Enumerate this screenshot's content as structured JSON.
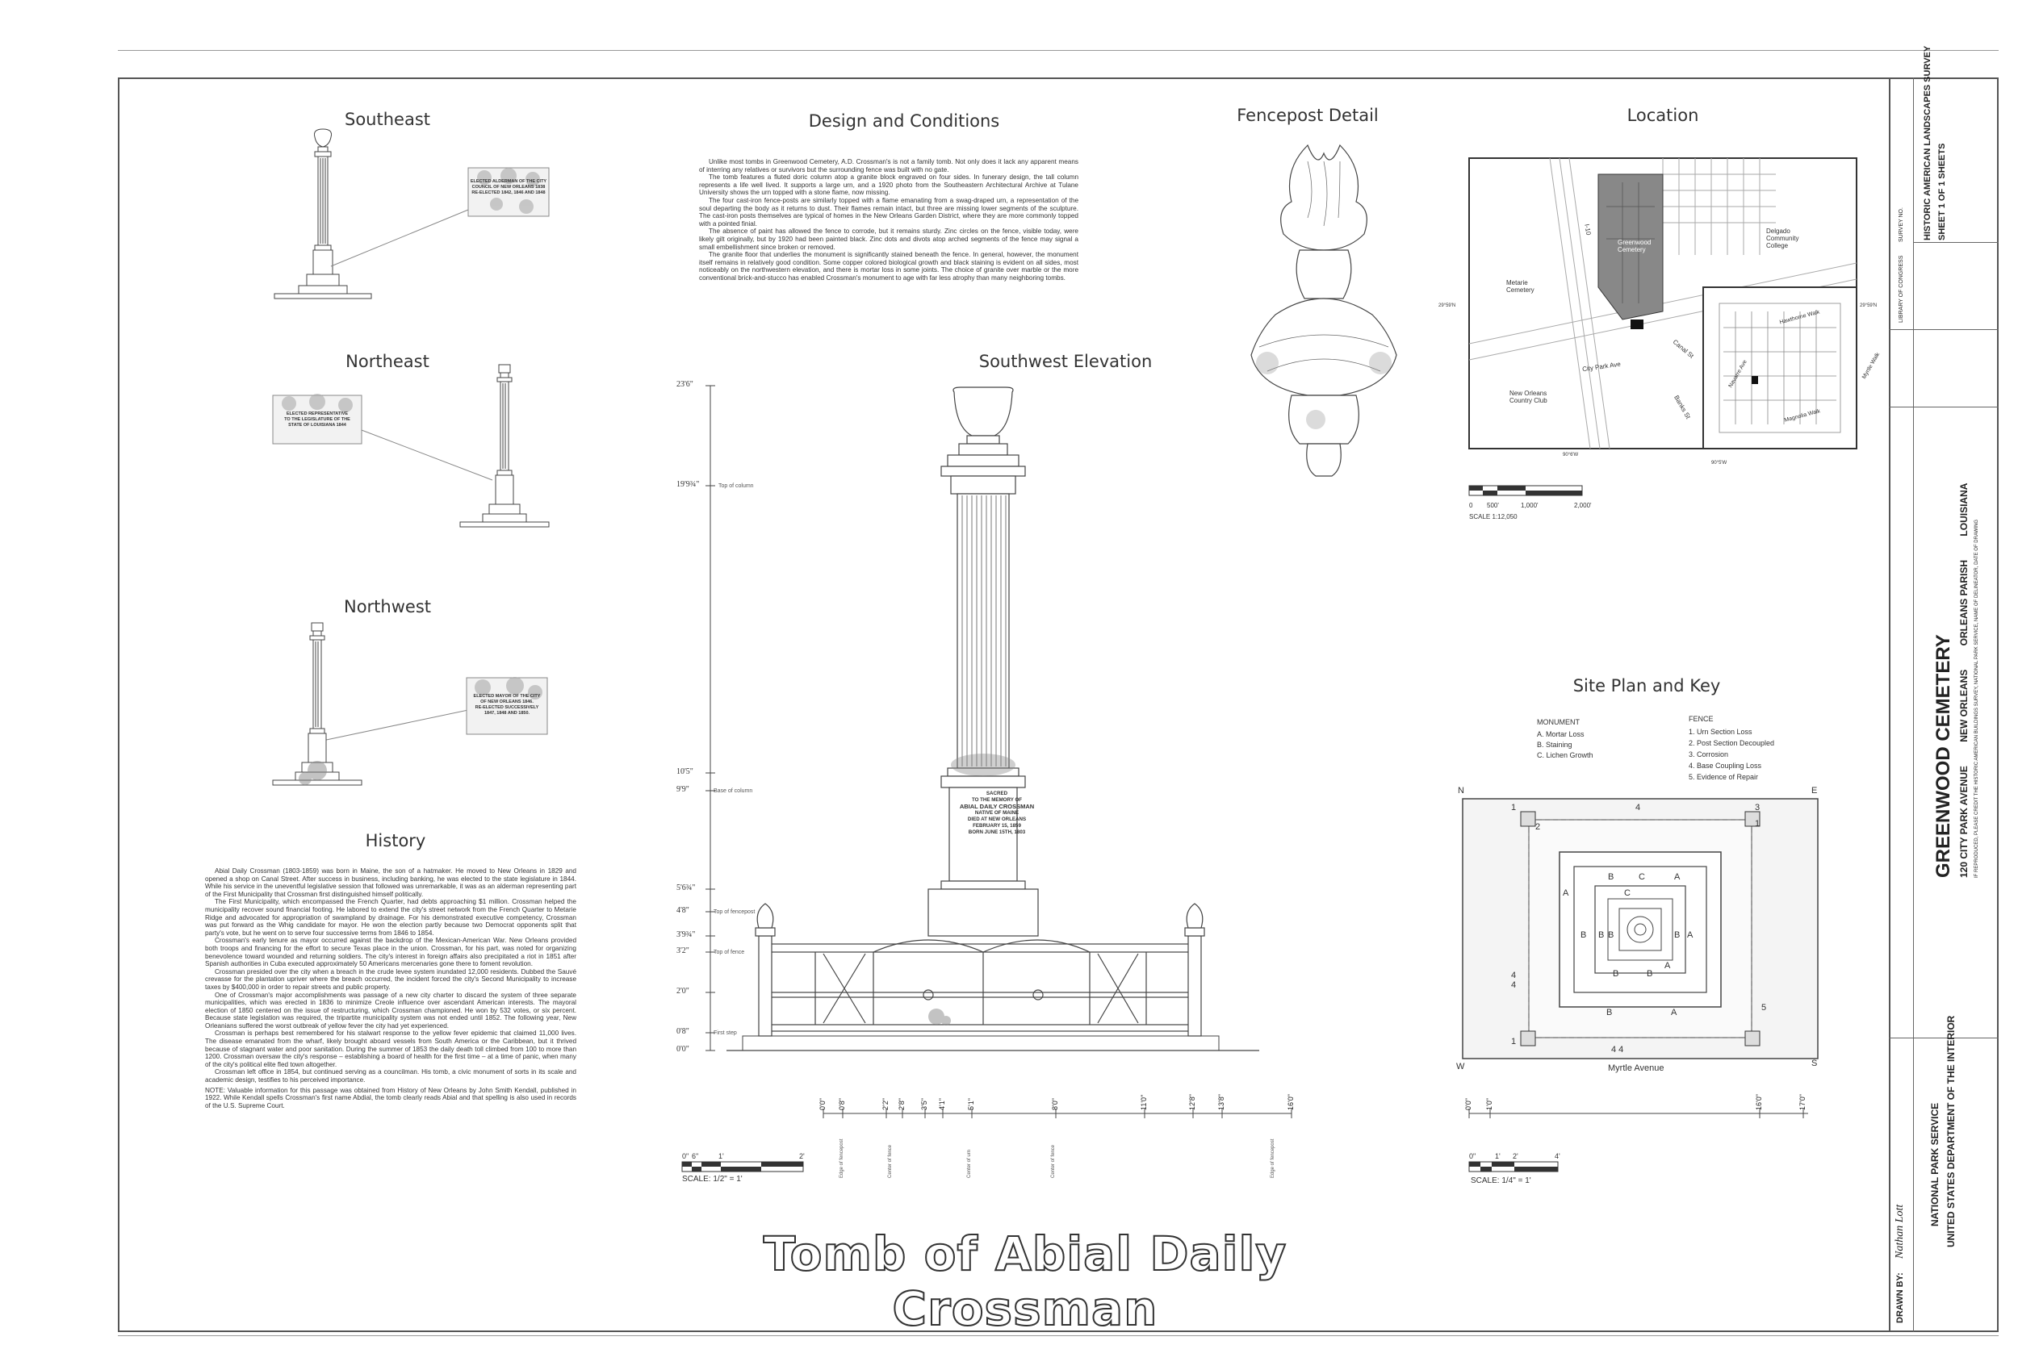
{
  "sheet_title": "Tomb of Abial Daily Crossman",
  "sections": {
    "southeast": "Southeast",
    "northeast": "Northeast",
    "northwest": "Northwest",
    "history": "History",
    "design": "Design and Conditions",
    "southwest": "Southwest Elevation",
    "fencepost": "Fencepost Detail",
    "location": "Location",
    "siteplan": "Site Plan and Key"
  },
  "history_paragraphs": [
    "Abial Daily Crossman (1803-1859) was born in Maine, the son of a hatmaker. He moved to New Orleans in 1829 and opened a shop on Canal Street. After success in business, including banking, he was elected to the state legislature in 1844. While his service in the uneventful legislative session that followed was unremarkable, it was as an alderman representing part of the First Municipality that Crossman first distinguished himself politically.",
    "The First Municipality, which encompassed the French Quarter, had debts approaching $1 million. Crossman helped the municipality recover sound financial footing. He labored to extend the city's street network from the French Quarter to Metarie Ridge and advocated for appropriation of swampland by drainage. For his demonstrated executive competency, Crossman was put forward as the Whig candidate for mayor. He won the election partly because two Democrat opponents split that party's vote, but he went on to serve four successive terms from 1846 to 1854.",
    "Crossman's early tenure as mayor occurred against the backdrop of the Mexican-American War. New Orleans provided both troops and financing for the effort to secure Texas place in the union. Crossman, for his part, was noted for organizing benevolence toward wounded and returning soldiers. The city's interest in foreign affairs also precipitated a riot in 1851 after Spanish authorities in Cuba executed approximately 50 Americans mercenaries gone there to foment revolution.",
    "Crossman presided over the city when a breach in the crude levee system inundated 12,000 residents. Dubbed the Sauvé crevasse for the plantation upriver where the breach occurred, the incident forced the city's Second Municipality to increase taxes by $400,000 in order to repair streets and public property.",
    "One of Crossman's major accomplishments was passage of a new city charter to discard the system of three separate municipalities, which was erected in 1836 to minimize Creole influence over ascendant American interests. The mayoral election of 1850 centered on the issue of restructuring, which Crossman championed. He won by 532 votes, or six percent. Because state legislation was required, the tripartite municipality system was not ended until 1852. The following year, New Orleanians suffered the worst outbreak of yellow fever the city had yet experienced.",
    "Crossman is perhaps best remembered for his stalwart response to the yellow fever epidemic that claimed 11,000 lives. The disease emanated from the wharf, likely brought aboard vessels from South America or the Caribbean, but it thrived because of stagnant water and poor sanitation. During the summer of 1853 the daily death toll climbed from 100 to more than 1200. Crossman oversaw the city's response – establishing a board of health for the first time – at a time of panic, when many of the city's political elite fled town altogether.",
    "Crossman left office in 1854, but continued serving as a councilman. His tomb, a civic monument of sorts in its scale and academic design, testifies to his perceived importance."
  ],
  "history_note": "NOTE: Valuable information for this passage was obtained from History of New Orleans by John Smith Kendall, published in 1922. While Kendall spells Crossman's first name Abdial, the tomb clearly reads Abial and that spelling is also used in records of the U.S. Supreme Court.",
  "design_paragraphs": [
    "Unlike most tombs in Greenwood Cemetery, A.D. Crossman's is not a family tomb. Not only does it lack any apparent means of interring any relatives or survivors but the surrounding fence was built with no gate.",
    "The tomb features a fluted doric column atop a granite block engraved on four sides. In funerary design, the tall column represents a life well lived. It supports a large urn, and a 1920 photo from the Southeastern Architectural Archive at Tulane University shows the urn topped with a stone flame, now missing.",
    "The four cast-iron fence-posts are similarly topped with a flame emanating from a swag-draped urn, a representation of the soul departing the body as it returns to dust. Their flames remain intact, but three are missing lower segments of the sculpture. The cast-iron posts themselves are typical of homes in the New Orleans Garden District, where they are more commonly topped with a pointed finial.",
    "The absence of paint has allowed the fence to corrode, but it remains sturdy. Zinc circles on the fence, visible today, were likely gilt originally, but by 1920 had been painted black. Zinc dots and divots atop arched segments of the fence may signal a small embellishment since broken or removed.",
    "The granite floor that underlies the monument is significantly stained beneath the fence. In general, however, the monument itself remains in relatively good condition. Some copper colored biological growth and black staining is evident on all sides, most noticeably on the northwestern elevation, and there is mortar loss in some joints. The choice of granite over marble or the more conventional brick-and-stucco has enabled Crossman's monument to age with far less atrophy than many neighboring tombs."
  ],
  "inscriptions": {
    "se": [
      "ELECTED ALDERMAN OF THE CITY",
      "COUNCIL OF NEW ORLEANS 1838",
      "RE-ELECTED 1842, 1846 AND 1848"
    ],
    "ne": [
      "ELECTED REPRESENTATIVE",
      "TO THE LEGISLATURE OF THE",
      "STATE OF LOUISIANA 1844"
    ],
    "nw": [
      "ELECTED MAYOR OF THE CITY",
      "OF NEW ORLEANS 1846.",
      "RE-ELECTED SUCCESSIVELY",
      "1847, 1848 AND 1850."
    ],
    "sw": [
      "SACRED",
      "TO THE MEMORY OF",
      "ABIAL DAILY CROSSMAN",
      "NATIVE OF MAINE",
      "DIED AT NEW ORLEANS",
      "FEBRUARY 15, 1859",
      "BORN JUNE 15TH, 1803"
    ]
  },
  "elevation_dims": [
    {
      "label": "23'6\"",
      "note": ""
    },
    {
      "label": "19'9¾\"",
      "note": "Top of column"
    },
    {
      "label": "10'5\"",
      "note": ""
    },
    {
      "label": "9'9\"",
      "note": "Base of column"
    },
    {
      "label": "5'6¾\"",
      "note": ""
    },
    {
      "label": "4'8\"",
      "note": "Top of fencepost"
    },
    {
      "label": "3'9¾\"",
      "note": ""
    },
    {
      "label": "3'2\"",
      "note": "Top of fence"
    },
    {
      "label": "2'0\"",
      "note": ""
    },
    {
      "label": "0'8\"",
      "note": "First step"
    },
    {
      "label": "0'0\"",
      "note": ""
    }
  ],
  "bottom_dims": [
    "0'0\"",
    "0'8\"",
    "2'2\"",
    "2'8\"",
    "3'5\"",
    "4'1\"",
    "5'1\"",
    "8'0\"",
    "11'0\"",
    "12'8\"",
    "13'8\"",
    "16'0\""
  ],
  "bottom_notes": [
    "Edge of fencepost",
    "Center of fence",
    "Center of urn",
    "Center of fence",
    "Edge of fencepost"
  ],
  "elevation_scale": {
    "ticks": [
      "0\"",
      "6\"",
      "1'",
      "2'"
    ],
    "label": "SCALE: 1/2\" = 1'"
  },
  "map": {
    "labels": [
      "Greenwood Cemetery",
      "Delgado Community College",
      "Metarie Cemetery",
      "New Orleans Country Club",
      "City Park Ave",
      "Canal St",
      "Banks St",
      "I-10",
      "Navarre Ave",
      "Hawthorne Walk",
      "Magnolia Walk",
      "Myrtle Walk"
    ],
    "coords": [
      "29°59'N",
      "90°6'W",
      "90°5'W"
    ],
    "scale_ticks": [
      "0",
      "500'",
      "1,000'",
      "2,000'"
    ],
    "scale_label": "SCALE 1:12,050"
  },
  "key": {
    "monument_title": "MONUMENT",
    "monument_items": [
      "A. Mortar Loss",
      "B. Staining",
      "C. Lichen Growth"
    ],
    "fence_title": "FENCE",
    "fence_items": [
      "1. Urn Section Loss",
      "2. Post Section Decoupled",
      "3. Corrosion",
      "4. Base Coupling Loss",
      "5. Evidence of Repair"
    ]
  },
  "compass": {
    "n": "N",
    "e": "E",
    "w": "W",
    "s": "S"
  },
  "street": "Myrtle Avenue",
  "site_scale": {
    "ticks": [
      "0\"",
      "1'",
      "2'",
      "4'"
    ],
    "label": "SCALE: 1/4\" = 1'",
    "dims": [
      "0'0\"",
      "1'0\"",
      "16'0\"",
      "17'0\""
    ]
  },
  "titleblock": {
    "survey": "HISTORIC AMERICAN LANDSCAPES SURVEY",
    "sheet": "SHEET 1 OF 1 SHEETS",
    "survey_no": "SURVEY NO.",
    "name": "GREENWOOD CEMETERY",
    "address": "120 CITY PARK AVENUE",
    "city": "NEW ORLEANS",
    "parish": "ORLEANS PARISH",
    "state": "LOUISIANA",
    "credit": "IF REPRODUCED, PLEASE CREDIT THE HISTORIC AMERICAN BUILDINGS SURVEY, NATIONAL PARK SERVICE, NAME OF DELINEATOR, DATE OF DRAWING",
    "nps": "NATIONAL PARK SERVICE",
    "doi": "UNITED STATES DEPARTMENT OF THE INTERIOR",
    "drawn_by_label": "DRAWN BY:",
    "drawn_by": "Nathan Lott",
    "loc": "LIBRARY OF CONGRESS"
  }
}
